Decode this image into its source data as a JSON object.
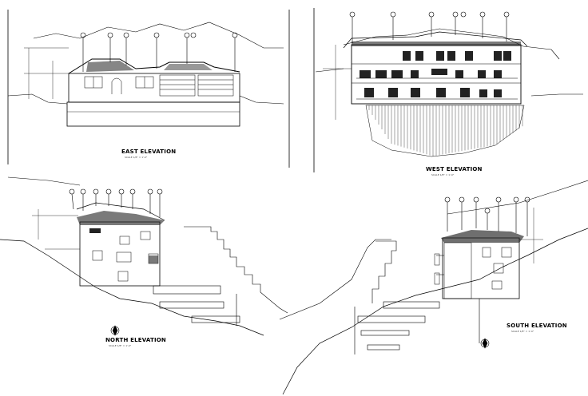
{
  "drawing": {
    "views": [
      {
        "id": "east",
        "title": "EAST ELEVATION",
        "scale": "SCALE 1/8\" = 1'-0\""
      },
      {
        "id": "west",
        "title": "WEST ELEVATION",
        "scale": "SCALE 1/8\" = 1'-0\""
      },
      {
        "id": "north",
        "title": "NORTH ELEVATION",
        "scale": "SCALE 1/8\" = 1'-0\""
      },
      {
        "id": "south",
        "title": "SOUTH ELEVATION",
        "scale": "SCALE 1/8\" = 1'-0\""
      }
    ],
    "line_color": "#000000",
    "background": "#ffffff"
  }
}
